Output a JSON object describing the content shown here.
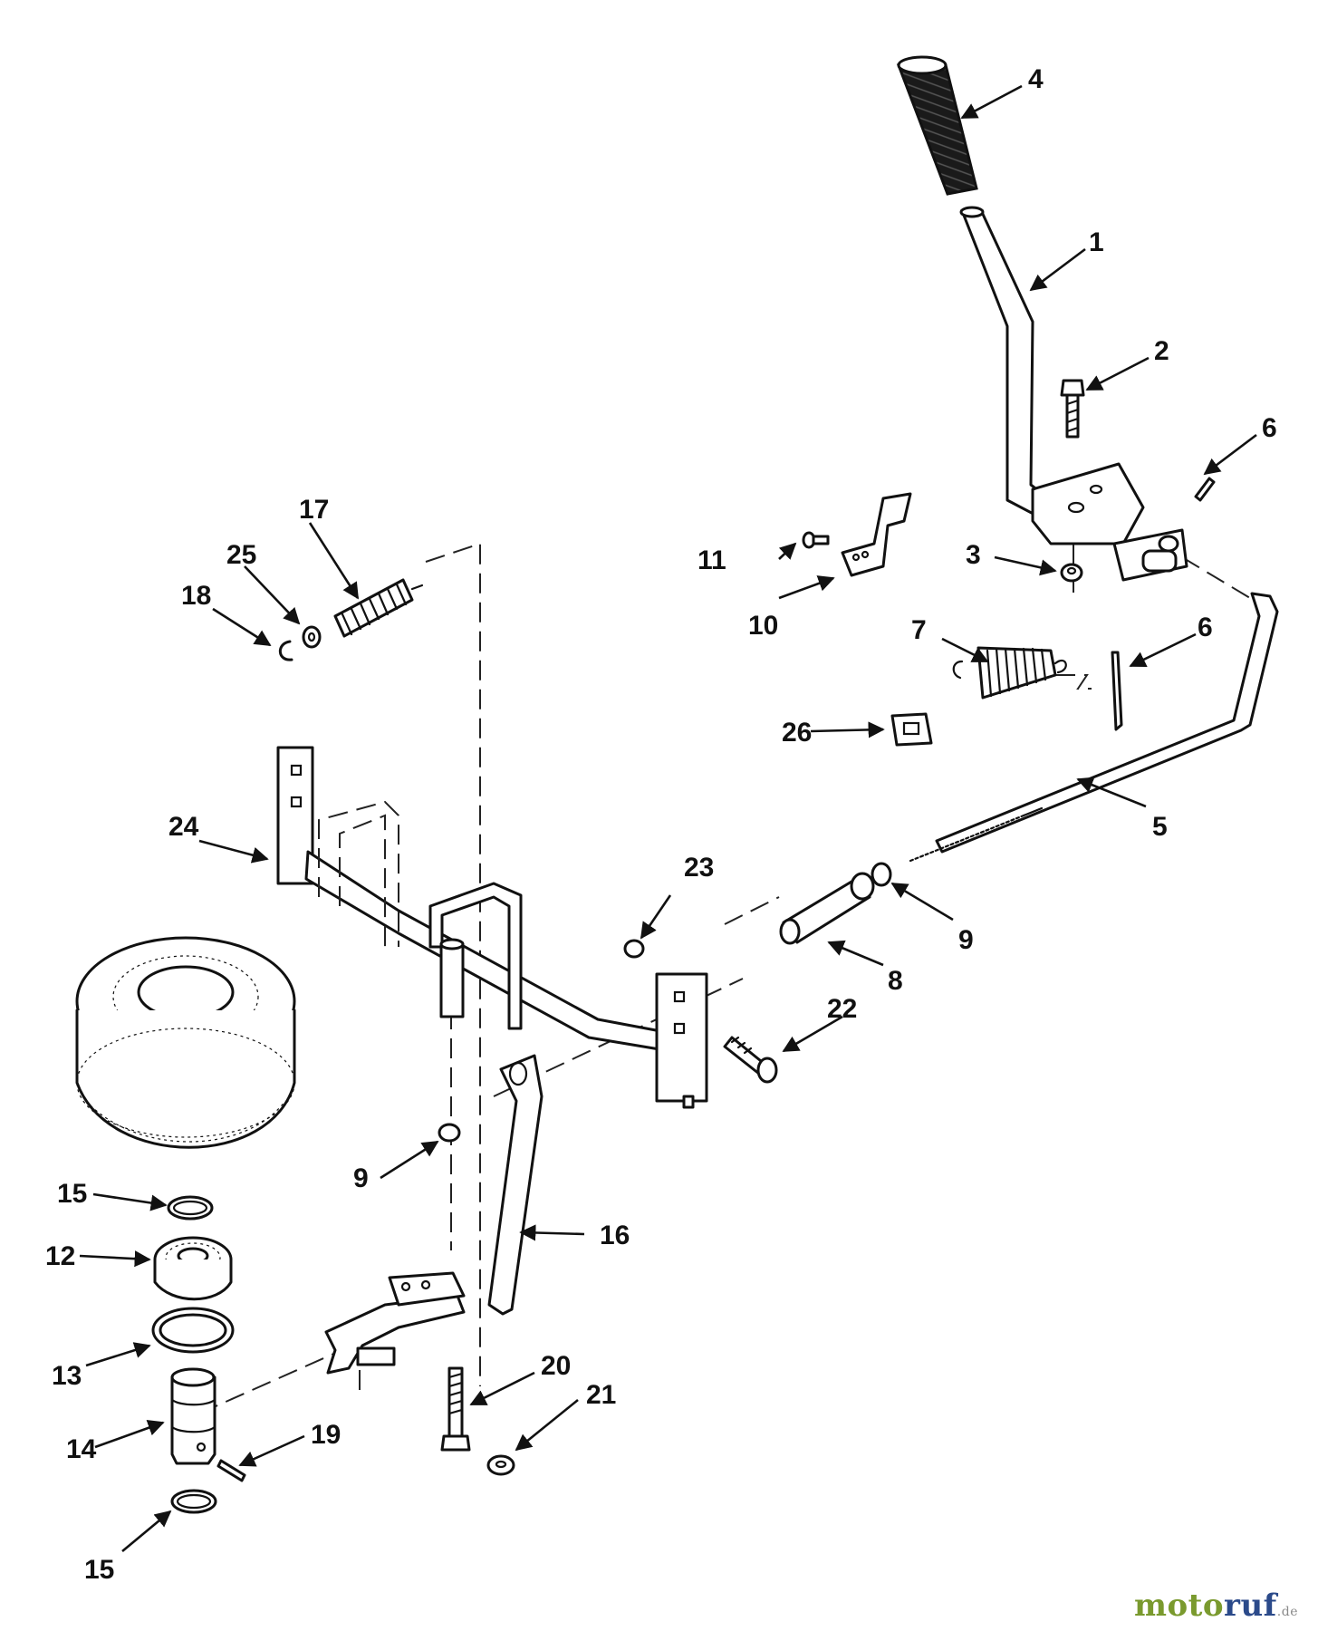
{
  "callouts": {
    "c1": "1",
    "c2": "2",
    "c3": "3",
    "c4": "4",
    "c5": "5",
    "c6a": "6",
    "c6b": "6",
    "c7": "7",
    "c8": "8",
    "c9a": "9",
    "c9b": "9",
    "c10": "10",
    "c11": "11",
    "c12": "12",
    "c13": "13",
    "c14": "14",
    "c15a": "15",
    "c15b": "15",
    "c16": "16",
    "c17": "17",
    "c18": "18",
    "c19": "19",
    "c20": "20",
    "c21": "21",
    "c22": "22",
    "c23": "23",
    "c24": "24",
    "c25": "25",
    "c26": "26"
  },
  "watermark": {
    "part_a": "moto",
    "part_b": "ruf",
    "part_c": ".de"
  }
}
